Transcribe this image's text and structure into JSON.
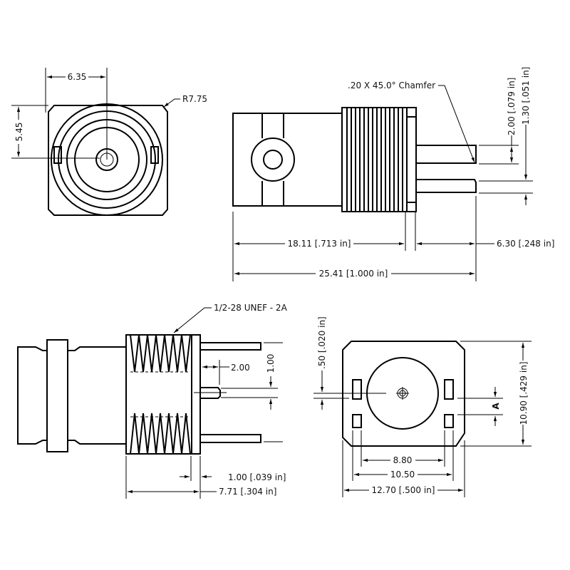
{
  "drawing": {
    "front_view": {
      "dim_horizontal": "6.35",
      "dim_vertical": "5.45",
      "corner_radius": "R7.75"
    },
    "side_view": {
      "chamfer_note": ".20 X 45.0° Chamfer",
      "dim_pin_width": "2.00 [.079 in]",
      "dim_pin_gap": "1.30 [.051 in]",
      "dim_body_length": "18.11 [.713 in]",
      "dim_pin_length": "6.30 [.248 in]",
      "dim_overall_length": "25.41 [1.000 in]"
    },
    "threaded_view": {
      "thread_note": "1/2-28 UNEF - 2A",
      "dim_pin_offset": "2.00",
      "dim_pin_spacing": "1.00",
      "dim_flange": "1.00 [.039 in]",
      "dim_thread_length": "7.71 [.304 in]"
    },
    "bottom_view": {
      "dim_slot_offset": ".50 [.020 in]",
      "dim_label_a": "A",
      "dim_height": "10.90 [.429 in]",
      "dim_inner_span": "8.80",
      "dim_outer_span": "10.50",
      "dim_width": "12.70 [.500 in]"
    }
  }
}
